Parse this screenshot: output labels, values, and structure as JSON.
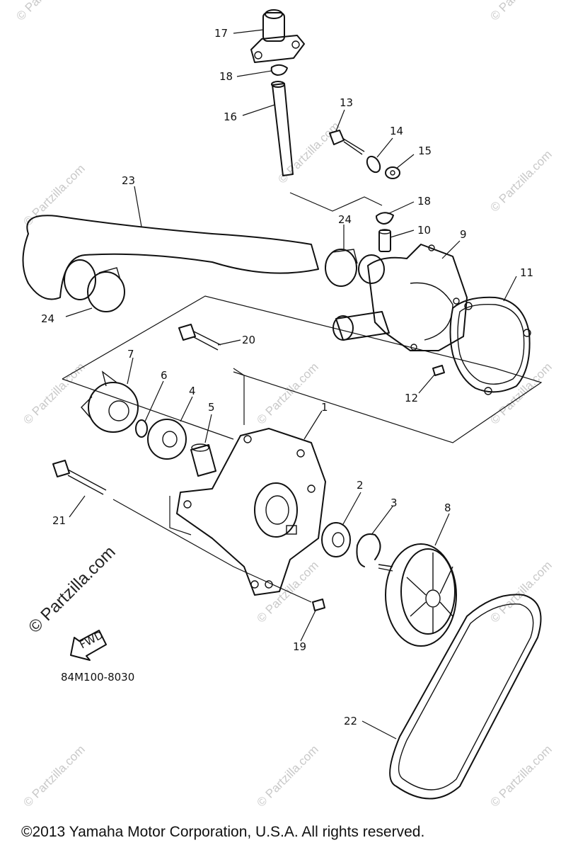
{
  "watermark_text": "© Partzilla.com",
  "side_watermark": "© Partzilla.com",
  "figure_code": "84M100-8030",
  "fwd_label": "FWD",
  "copyright": "©2013 Yamaha Motor Corporation, U.S.A. All rights reserved.",
  "callouts": {
    "c1": "1",
    "c2": "2",
    "c3": "3",
    "c4": "4",
    "c5": "5",
    "c6": "6",
    "c7": "7",
    "c8": "8",
    "c9": "9",
    "c10": "10",
    "c11": "11",
    "c12": "12",
    "c13": "13",
    "c14": "14",
    "c15": "15",
    "c16": "16",
    "c17": "17",
    "c18a": "18",
    "c18b": "18",
    "c19": "19",
    "c20": "20",
    "c21": "21",
    "c22": "22",
    "c23": "23",
    "c24a": "24",
    "c24b": "24"
  }
}
